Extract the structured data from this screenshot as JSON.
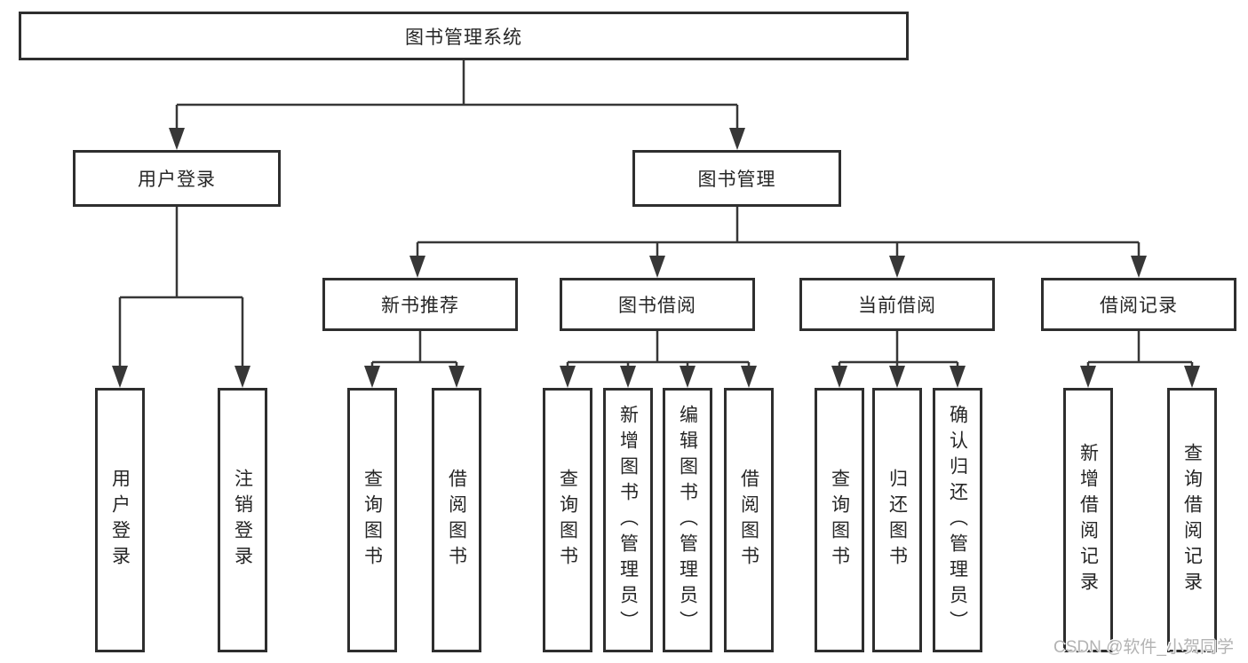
{
  "diagram": {
    "title": "图书管理系统",
    "level2": [
      {
        "label": "用户登录"
      },
      {
        "label": "图书管理"
      }
    ],
    "level3": [
      {
        "label": "新书推荐"
      },
      {
        "label": "图书借阅"
      },
      {
        "label": "当前借阅"
      },
      {
        "label": "借阅记录"
      }
    ],
    "leaves": {
      "user_login": [
        "用户登录",
        "注销登录"
      ],
      "new_book_rec": [
        "查询图书",
        "借阅图书"
      ],
      "book_borrow": [
        "查询图书",
        "新增图书（管理员）",
        "编辑图书（管理员）",
        "借阅图书"
      ],
      "current_borrow": [
        "查询图书",
        "归还图书",
        "确认归还（管理员）"
      ],
      "borrow_records": [
        "新增借阅记录",
        "查询借阅记录"
      ]
    },
    "colors": {
      "box_border": "#2e2e2e",
      "connector_line": "#373737",
      "text": "#262626",
      "watermark_gray": "#b3b3b3",
      "background": "#ffffff"
    }
  },
  "watermark": "CSDN @软件_小贺同学"
}
